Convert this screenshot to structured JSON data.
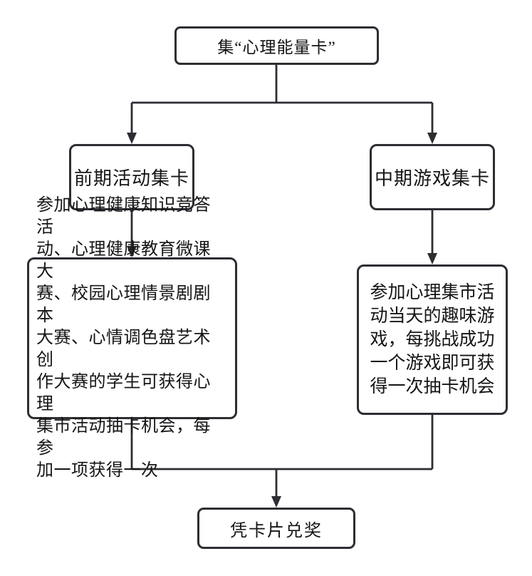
{
  "diagram": {
    "type": "flowchart",
    "nodes": {
      "root": "集“心理能量卡”",
      "left_branch": "前期活动集卡",
      "right_branch": "中期游戏集卡",
      "left_detail": "参加心理健康知识竞答活\n动、心理健康教育微课大\n赛、校园心理情景剧剧本\n大赛、心情调色盘艺术创\n作大赛的学生可获得心理\n集市活动抽卡机会，每参\n加一项获得一次",
      "right_detail": "参加心理集市活\n动当天的趣味游\n戏，每挑战成功\n一个游戏即可获\n得一次抽卡机会",
      "bottom": "凭卡片兑奖"
    },
    "edges": [
      "root -> left_branch",
      "root -> right_branch",
      "left_branch -> left_detail",
      "right_branch -> right_detail",
      "left_detail -> bottom",
      "right_detail -> bottom"
    ],
    "colors": {
      "line": "#2c2e33",
      "box_border": "#2c2e33",
      "background": "#ffffff",
      "text": "#151515"
    }
  }
}
